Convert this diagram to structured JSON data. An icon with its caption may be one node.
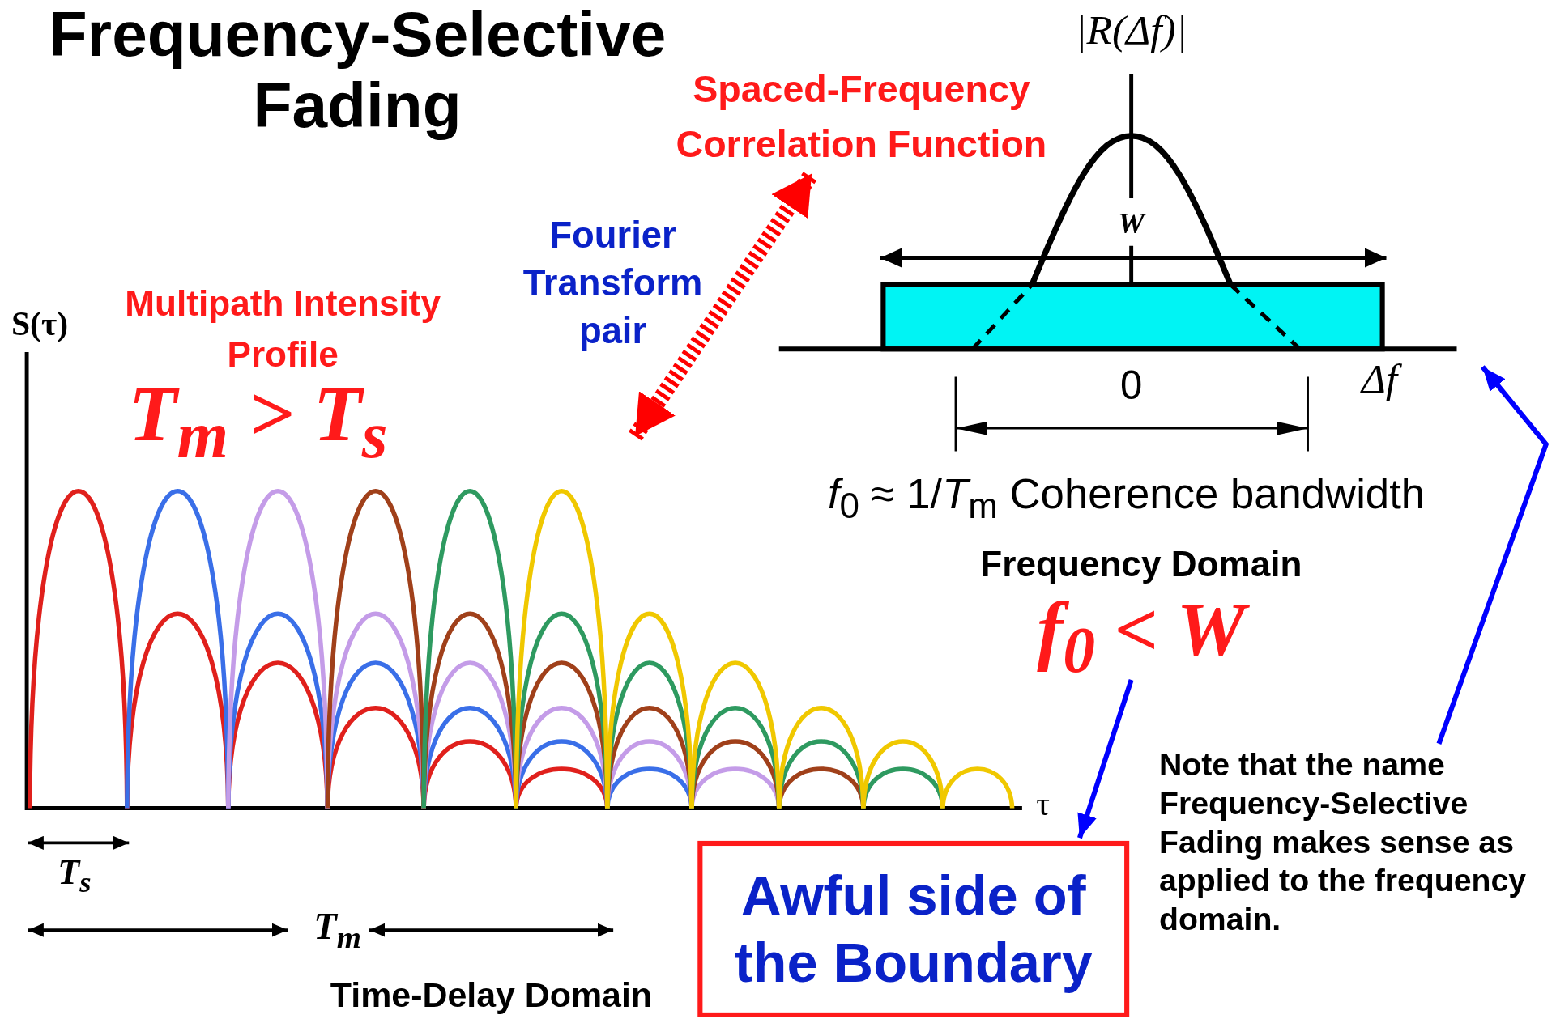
{
  "diagram": {
    "title": "Frequency-Selective Fading",
    "nodes": [
      {
        "text": [
          "*f*$_{0}$ < *W*"
        ]
      },
      {
        "text": [
          "Note that the name Frequency-Selective Fading makes sense as applied to the frequency domain."
        ]
      },
      {
        "text": [
          "Awful side of the Boundary"
        ]
      },
      {
        "text": [
          "Spaced-Frequency Correlation Function"
        ]
      }
    ],
    "edges": [
      {
        "from": 0,
        "to": 2,
        "arrow": "to",
        "color": "#0000ff"
      },
      {
        "from": 1,
        "to": null,
        "arrow": "to",
        "color": "#0000ff"
      },
      {
        "from": null,
        "to": 3,
        "arrow": "both",
        "style": "dashed",
        "color": "#ff0000"
      }
    ],
    "labels": [
      "|R(Δf)|",
      "W",
      "Fourier Transform pair",
      "Multipath Intensity Profile",
      "S(τ)",
      "*T*$_{m}$ > *T*$_{s}$",
      "0",
      "Δf",
      "*f*$_{0}$ ≈ 1/*T*$_{m}$ Coherence bandwidth",
      "Frequency Domain",
      "τ",
      "*T*$_{s}$",
      "*T*$_{m}$",
      "Time-Delay Domain"
    ]
  }
}
